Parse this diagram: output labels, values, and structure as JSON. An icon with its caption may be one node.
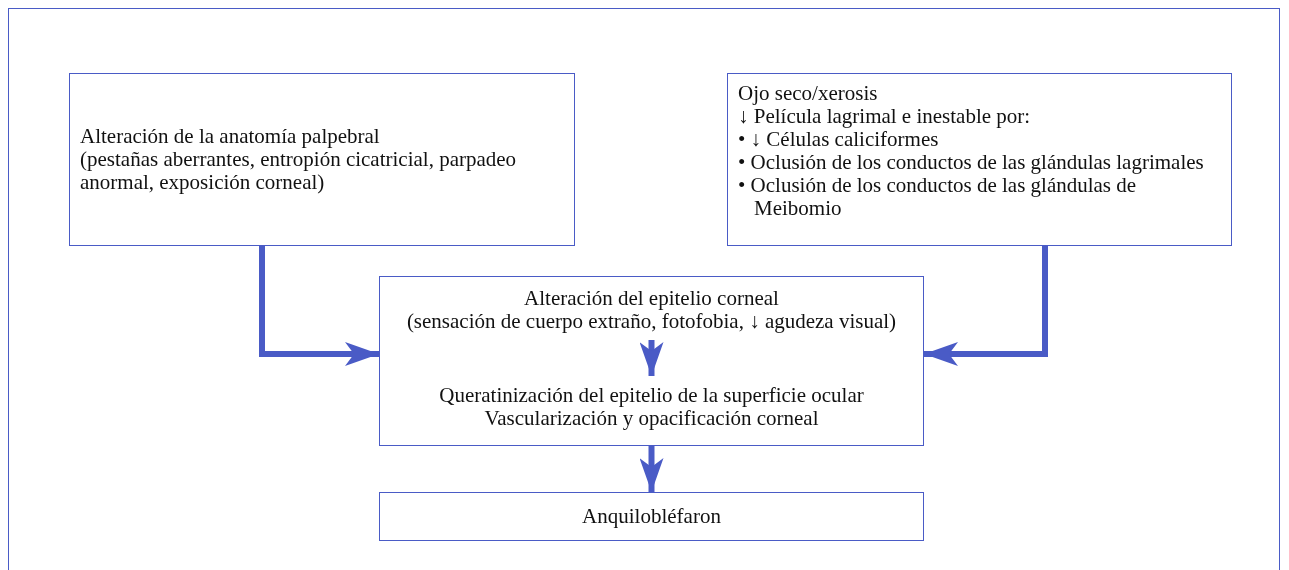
{
  "diagram": {
    "nodes": [
      {
        "text": [
          "Alteración de la anatomía palpebral",
          "(pestañas aberrantes, entropión cicatricial, parpadeo anormal, exposición corneal)"
        ]
      },
      {
        "text": [
          "Ojo seco/xerosis",
          "↓ Película lagrimal e inestable por:",
          "• ↓ Células caliciformes",
          "• Oclusión de los conductos de las glándulas lagrimales",
          "• Oclusión de los conductos de las glándulas de Meibomio"
        ]
      },
      {
        "text": [],
        "shape": "box"
      },
      {
        "text": [
          "Alteración del epitelio corneal",
          "(sensación de cuerpo extraño, fotofobia, ↓ agudeza visual)"
        ],
        "in": 2
      },
      {
        "text": [
          "Queratinización del epitelio de la superficie ocular",
          "Vascularización y opacificación corneal"
        ],
        "in": 2
      },
      {
        "text": [
          "Anquilobléfaron"
        ]
      }
    ],
    "edges": [
      {
        "from": 0,
        "to": 2,
        "arrow": "to"
      },
      {
        "from": 1,
        "to": 2,
        "arrow": "to"
      },
      {
        "from": 3,
        "to": 4,
        "arrow": "to"
      },
      {
        "from": 2,
        "to": 5,
        "arrow": "to"
      }
    ]
  }
}
